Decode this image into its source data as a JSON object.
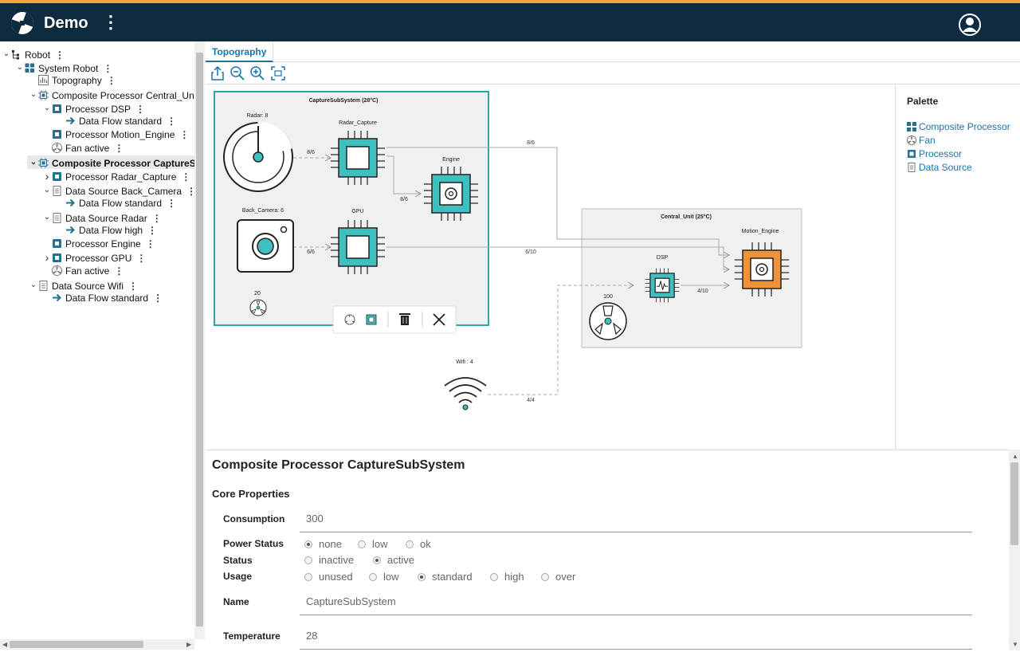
{
  "app": {
    "title": "Demo"
  },
  "tree": [
    {
      "label": "Robot",
      "depth": 0,
      "chev": "open",
      "icon": "hierarchy-icon"
    },
    {
      "label": "System Robot",
      "depth": 1,
      "chev": "open",
      "icon": "composite-icon"
    },
    {
      "label": "Topography",
      "depth": 2,
      "chev": "none",
      "icon": "chart-icon"
    },
    {
      "label": "Composite Processor Central_Unit",
      "depth": 2,
      "chev": "open",
      "icon": "cpu-outline-icon"
    },
    {
      "label": "Processor DSP",
      "depth": 3,
      "chev": "open",
      "icon": "processor-icon"
    },
    {
      "label": "Data Flow standard",
      "depth": 4,
      "chev": "none",
      "icon": "arrow-icon"
    },
    {
      "label": "Processor Motion_Engine",
      "depth": 3,
      "chev": "none",
      "icon": "processor-icon"
    },
    {
      "label": "Fan active",
      "depth": 3,
      "chev": "none",
      "icon": "fan-icon"
    },
    {
      "label": "Composite Processor CaptureSubSystem",
      "depth": 2,
      "chev": "open",
      "icon": "cpu-outline-icon",
      "selected": true
    },
    {
      "label": "Processor Radar_Capture",
      "depth": 3,
      "chev": "closed",
      "icon": "processor-icon"
    },
    {
      "label": "Data Source Back_Camera",
      "depth": 3,
      "chev": "open",
      "icon": "datasource-icon"
    },
    {
      "label": "Data Flow standard",
      "depth": 4,
      "chev": "none",
      "icon": "arrow-icon"
    },
    {
      "label": "Data Source Radar",
      "depth": 3,
      "chev": "open",
      "icon": "datasource-icon"
    },
    {
      "label": "Data Flow high",
      "depth": 4,
      "chev": "none",
      "icon": "arrow-icon"
    },
    {
      "label": "Processor Engine",
      "depth": 3,
      "chev": "none",
      "icon": "processor-icon"
    },
    {
      "label": "Processor GPU",
      "depth": 3,
      "chev": "closed",
      "icon": "processor-icon"
    },
    {
      "label": "Fan active",
      "depth": 3,
      "chev": "none",
      "icon": "fan-icon"
    },
    {
      "label": "Data Source Wifi",
      "depth": 2,
      "chev": "open",
      "icon": "datasource-icon"
    },
    {
      "label": "Data Flow standard",
      "depth": 3,
      "chev": "none",
      "icon": "arrow-icon"
    }
  ],
  "tabs": {
    "topography": "Topography"
  },
  "diagram": {
    "capture": {
      "title": "CaptureSubSystem (28°C)"
    },
    "central": {
      "title": "Central_Unit (25°C)"
    },
    "radar_label": "Radar: 8",
    "radar_capture_label": "Radar_Capture",
    "engine_label": "Engine",
    "backcam_label": "Back_Camera: 6",
    "gpu_label": "GPU",
    "fan1_label": "20",
    "dsp_label": "DSP",
    "motion_label": "Motion_Engine",
    "fan2_label": "100",
    "wifi_label": "Wifi : 4",
    "edges": {
      "radar_to_capture": "8/6",
      "capture_to_engine": "8/6",
      "capture_to_motion": "8/6",
      "cam_to_gpu": "6/6",
      "gpu_to_motion": "6/10",
      "dsp_to_motion": "4/10",
      "wifi_to_dsp": "4/4"
    },
    "colors": {
      "teal": "#3fbfbf",
      "orange": "#f0923a",
      "container": "#f0f0f0"
    }
  },
  "palette": {
    "title": "Palette",
    "items": [
      {
        "label": "Composite Processor",
        "icon": "composite-icon"
      },
      {
        "label": "Fan",
        "icon": "fan-icon"
      },
      {
        "label": "Processor",
        "icon": "processor-icon"
      },
      {
        "label": "Data Source",
        "icon": "datasource-icon"
      }
    ]
  },
  "props": {
    "title": "Composite Processor CaptureSubSystem",
    "section": "Core Properties",
    "consumption": {
      "label": "Consumption",
      "value": "300"
    },
    "power_status": {
      "label": "Power Status",
      "options": [
        "none",
        "low",
        "ok"
      ],
      "selected": "none"
    },
    "status": {
      "label": "Status",
      "options": [
        "inactive",
        "active"
      ],
      "selected": "active"
    },
    "usage": {
      "label": "Usage",
      "options": [
        "unused",
        "low",
        "standard",
        "high",
        "over"
      ],
      "selected": "standard"
    },
    "name": {
      "label": "Name",
      "value": "CaptureSubSystem"
    },
    "temperature": {
      "label": "Temperature",
      "value": "28"
    }
  }
}
